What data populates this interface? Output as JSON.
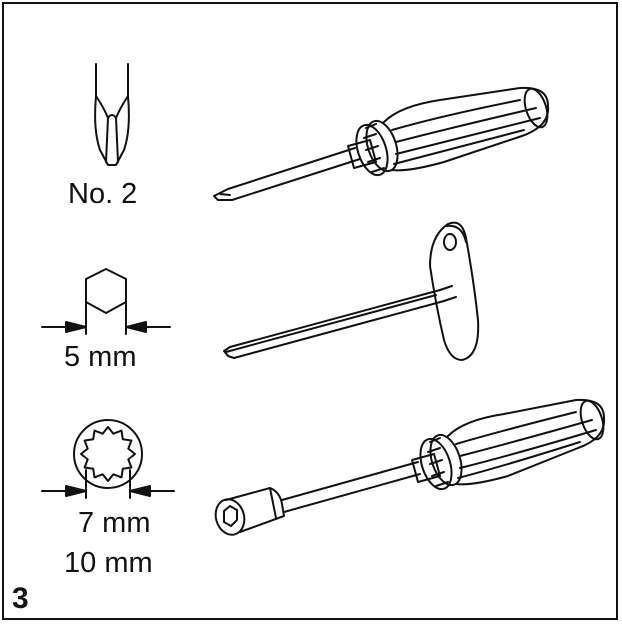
{
  "figure_number": "3",
  "tools": [
    {
      "kind": "phillips-screwdriver",
      "size_label": "No. 2"
    },
    {
      "kind": "hex-key",
      "size_label": "5 mm"
    },
    {
      "kind": "socket-driver",
      "size_labels": [
        "7 mm",
        "10 mm"
      ]
    }
  ],
  "colors": {
    "stroke": "#111111",
    "background": "#ffffff"
  }
}
